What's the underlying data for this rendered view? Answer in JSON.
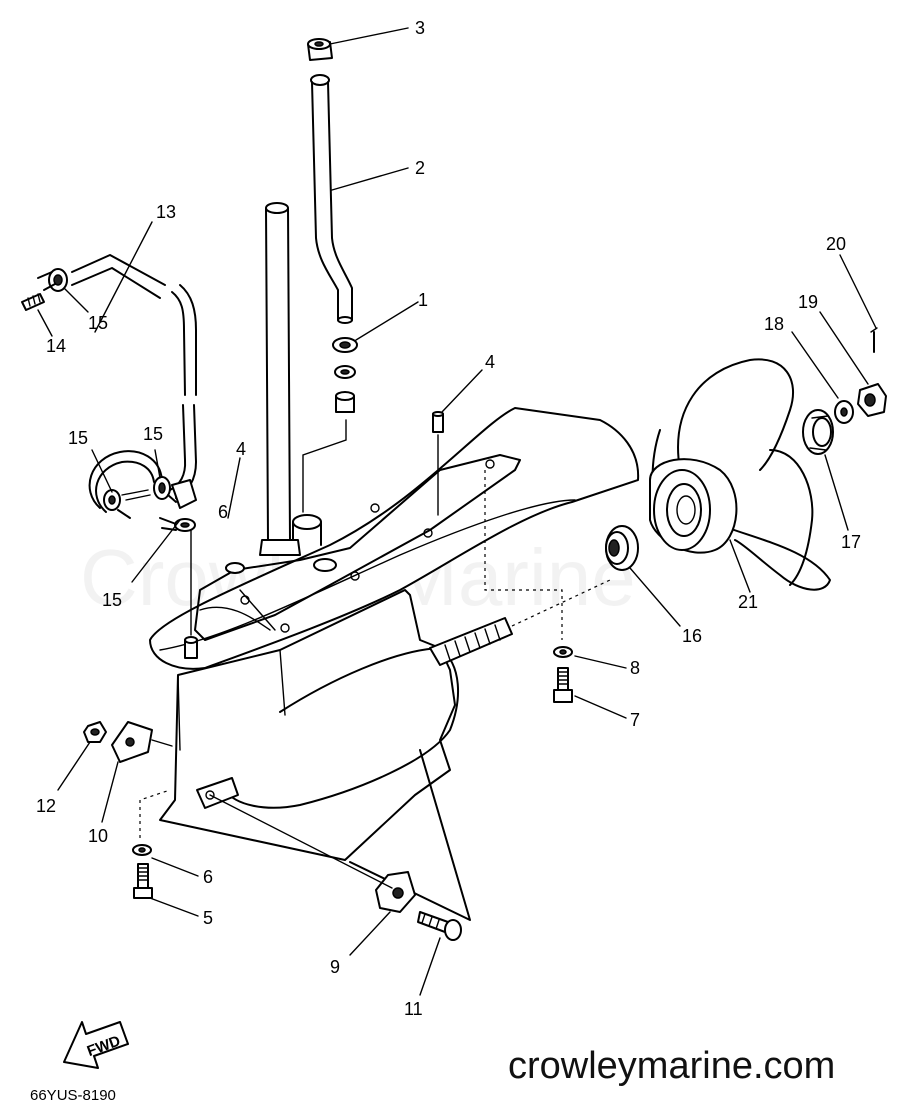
{
  "watermark": "Crowley Marine",
  "site_text": "crowleymarine.com",
  "diagram_code": "66YUS-8190",
  "fwd_label": "FWD",
  "callouts": {
    "c1": "1",
    "c2": "2",
    "c3": "3",
    "c4a": "4",
    "c4b": "4",
    "c5": "5",
    "c6a": "6",
    "c6b": "6",
    "c7": "7",
    "c8": "8",
    "c9": "9",
    "c10": "10",
    "c11": "11",
    "c12": "12",
    "c13": "13",
    "c14": "14",
    "c15a": "15",
    "c15b": "15",
    "c15c": "15",
    "c15d": "15",
    "c16": "16",
    "c17": "17",
    "c18": "18",
    "c19": "19",
    "c20": "20",
    "c21": "21"
  }
}
